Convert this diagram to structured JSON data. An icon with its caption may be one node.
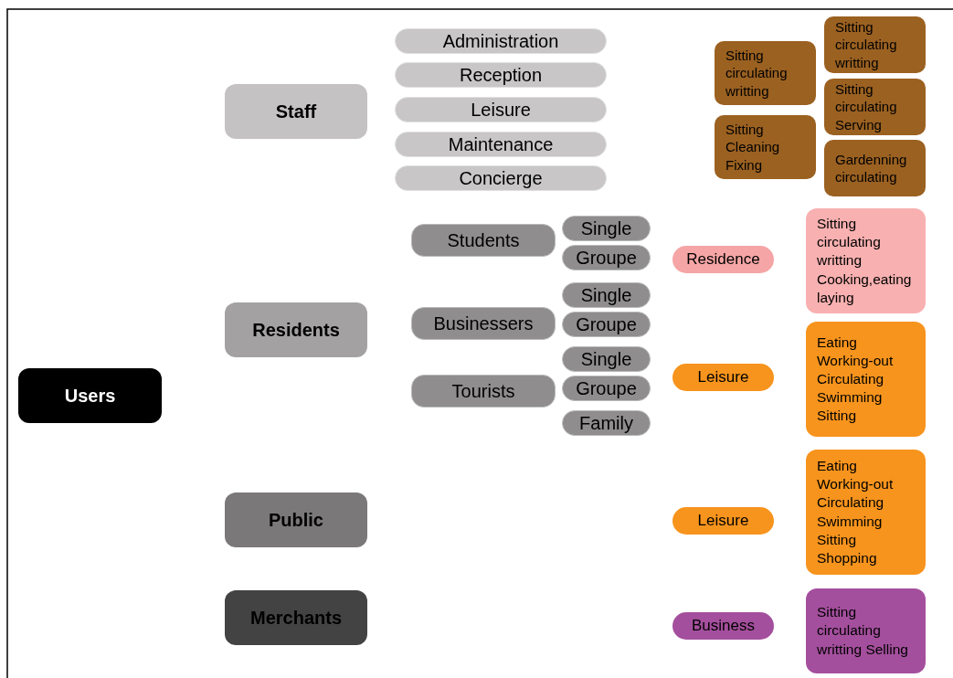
{
  "diagram": {
    "nodes": [
      {
        "text": [
          "Users"
        ]
      },
      {
        "text": [
          "Staff"
        ]
      },
      {
        "text": [
          "Administration"
        ]
      },
      {
        "text": [
          "Reception"
        ]
      },
      {
        "text": [
          "Leisure"
        ]
      },
      {
        "text": [
          "Maintenance"
        ]
      },
      {
        "text": [
          "Concierge"
        ]
      },
      {
        "text": [
          "Sitting circulating writting"
        ]
      },
      {
        "text": [
          "Sitting Cleaning Fixing"
        ]
      },
      {
        "text": [
          "Sitting circulating writting"
        ]
      },
      {
        "text": [
          "Sitting circulating Serving"
        ]
      },
      {
        "text": [
          "Gardenning circulating"
        ]
      },
      {
        "text": [
          "Residents"
        ]
      },
      {
        "text": [
          "Students"
        ]
      },
      {
        "text": [
          "Single"
        ]
      },
      {
        "text": [
          "Groupe"
        ]
      },
      {
        "text": [
          "Businessers"
        ]
      },
      {
        "text": [
          "Single"
        ]
      },
      {
        "text": [
          "Groupe"
        ]
      },
      {
        "text": [
          "Tourists"
        ]
      },
      {
        "text": [
          "Single"
        ]
      },
      {
        "text": [
          "Groupe"
        ]
      },
      {
        "text": [
          "Family"
        ]
      },
      {
        "text": [
          "Residence"
        ]
      },
      {
        "text": [
          "Sitting circulating writting Cooking,eating laying"
        ]
      },
      {
        "text": [
          "Leisure"
        ]
      },
      {
        "text": [
          "Eating Working-out Circulating Swimming Sitting"
        ]
      },
      {
        "text": [
          "Public"
        ]
      },
      {
        "text": [
          "Leisure"
        ]
      },
      {
        "text": [
          "Eating Working-out Circulating Swimming Sitting Shopping"
        ]
      },
      {
        "text": [
          "Merchants"
        ]
      },
      {
        "text": [
          "Business"
        ]
      },
      {
        "text": [
          "Sitting circulating writting Selling"
        ]
      }
    ]
  }
}
